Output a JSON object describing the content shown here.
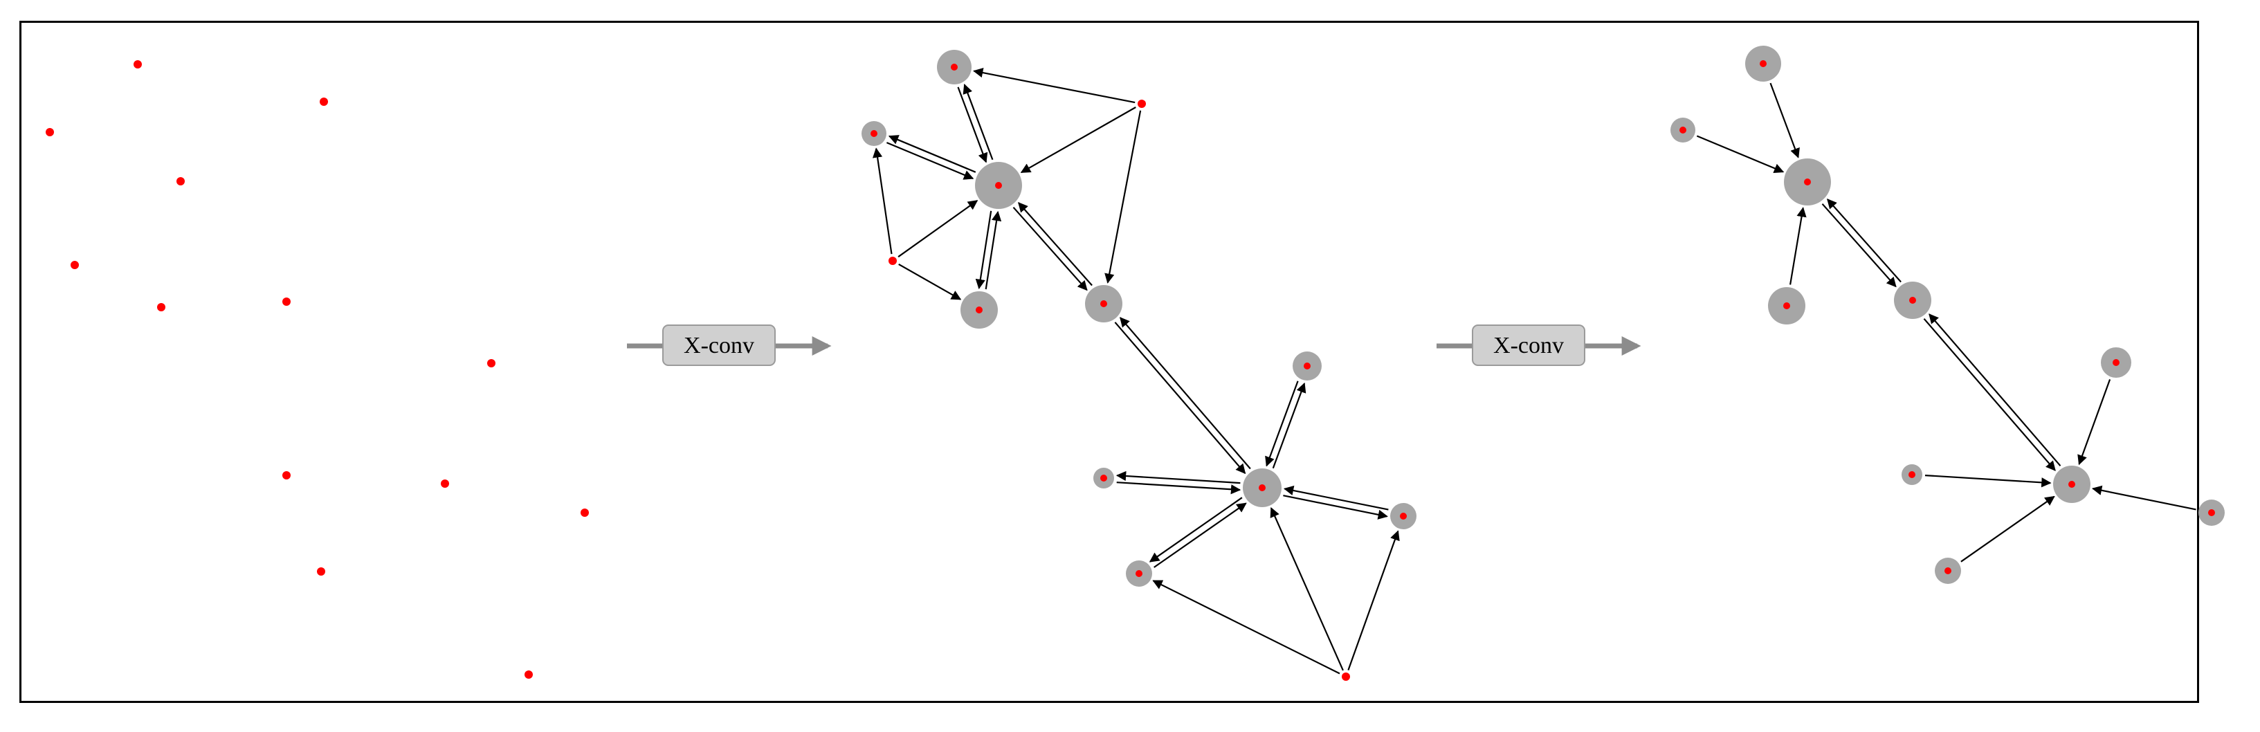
{
  "stages": [
    {
      "id": "input",
      "points": [
        {
          "id": "a1"
        },
        {
          "id": "a2"
        },
        {
          "id": "a3"
        },
        {
          "id": "a4"
        },
        {
          "id": "a5"
        },
        {
          "id": "a6"
        },
        {
          "id": "a7"
        },
        {
          "id": "a8"
        },
        {
          "id": "a9"
        },
        {
          "id": "a10"
        },
        {
          "id": "a11"
        },
        {
          "id": "a12"
        },
        {
          "id": "a13"
        }
      ]
    },
    {
      "id": "middle",
      "points": [
        {
          "id": "m_tl"
        },
        {
          "id": "m_l"
        },
        {
          "id": "m_hub1"
        },
        {
          "id": "m_src1"
        },
        {
          "id": "m_src2"
        },
        {
          "id": "m_lowl"
        },
        {
          "id": "m_mid"
        },
        {
          "id": "m_t2"
        },
        {
          "id": "m_hub2"
        },
        {
          "id": "m_l2"
        },
        {
          "id": "m_r2"
        },
        {
          "id": "m_bl"
        },
        {
          "id": "m_src3"
        }
      ]
    },
    {
      "id": "output",
      "points": [
        {
          "id": "o_t"
        },
        {
          "id": "o_l"
        },
        {
          "id": "o_hub1"
        },
        {
          "id": "o_low"
        },
        {
          "id": "o_mid"
        },
        {
          "id": "o_t2"
        },
        {
          "id": "o_l2"
        },
        {
          "id": "o_hub2"
        },
        {
          "id": "o_r2"
        },
        {
          "id": "o_bl"
        }
      ]
    }
  ],
  "operations": [
    {
      "label": "X-conv"
    },
    {
      "label": "X-conv"
    }
  ],
  "colors": {
    "point": "#ff0000",
    "node": "#a6a6a6",
    "edge": "#000000",
    "operation_box": "#d0d0d0",
    "operation_arrow": "#8c8c8c"
  }
}
